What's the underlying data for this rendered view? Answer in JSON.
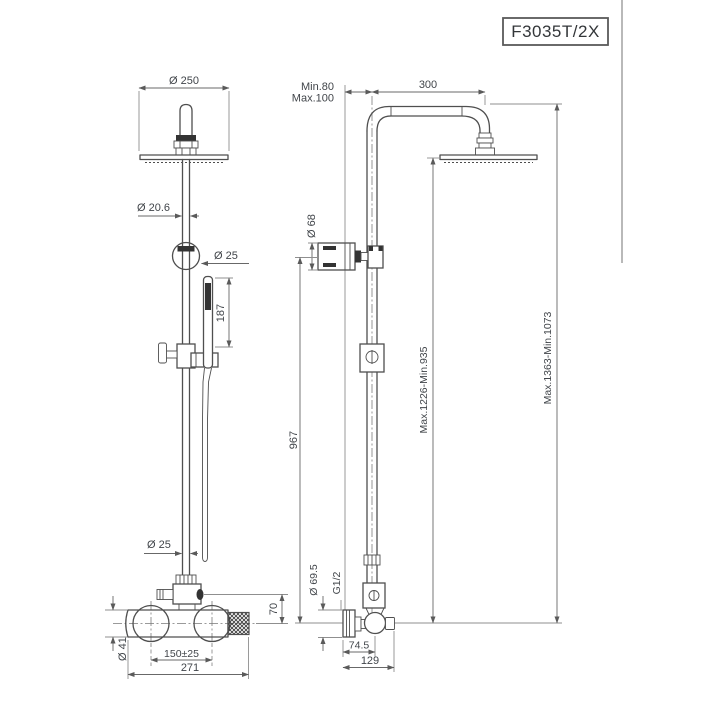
{
  "title_block": {
    "model": "F3035T/2X"
  },
  "views": {
    "front": {
      "dims": {
        "head_diameter": "Ø 250",
        "upper_pipe_diameter": "Ø 20.6",
        "slide_joint_diameter": "Ø 25",
        "handshower_length": "187",
        "lower_pipe_diameter": "Ø 25",
        "diverter_offset": "70",
        "valve_body_diameter": "Ø 41",
        "mounting_centers": "150±25",
        "valve_overall_width": "271"
      }
    },
    "side": {
      "dims": {
        "wall_distance_min": "Min.80",
        "wall_distance_max": "Max.100",
        "arm_projection": "300",
        "handshower_head_diameter": "Ø 68",
        "riser_height": "967",
        "head_height_range": "Max.1226-Min.935",
        "overall_height_range": "Max.1363-Min.1073",
        "flange_diameter": "Ø 69.5",
        "inlet_thread": "G1/2",
        "valve_center_to_wall": "74.5",
        "overall_depth": "129"
      }
    }
  },
  "colors": {
    "part_line": "#4f4f4f",
    "dimension_line": "#686868",
    "text": "#41454a",
    "divider": "#a2a2a2"
  }
}
